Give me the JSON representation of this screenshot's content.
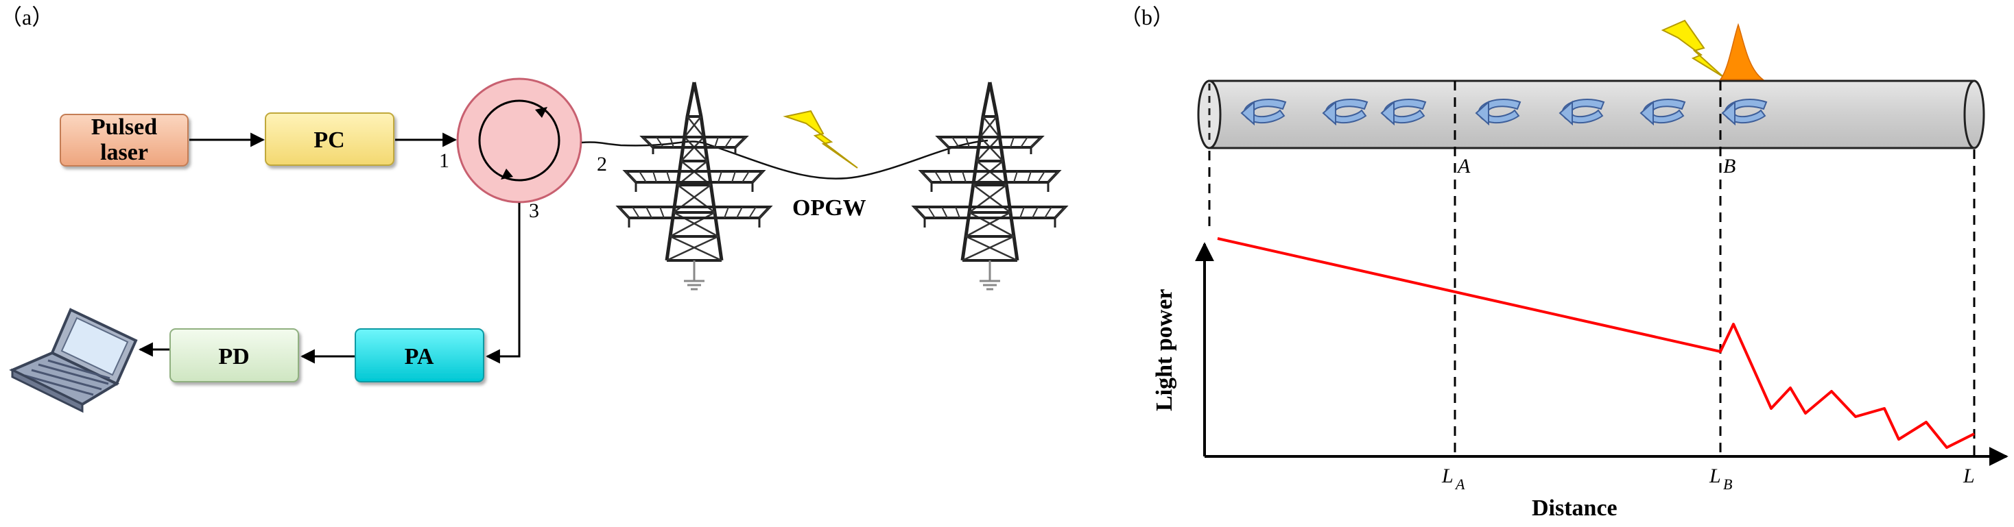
{
  "panel_a": {
    "label": "（a）",
    "boxes": {
      "pulsed_laser_line1": "Pulsed",
      "pulsed_laser_line2": "laser",
      "pc": "PC",
      "pd": "PD",
      "pa": "PA"
    },
    "ports": {
      "p1": "1",
      "p2": "2",
      "p3": "3"
    },
    "cable_label": "OPGW"
  },
  "panel_b": {
    "label": "（b）",
    "points": {
      "a": "A",
      "b": "B"
    },
    "axis": {
      "xlabel": "Distance",
      "ylabel": "Light power",
      "ticks": {
        "la": "L",
        "la_sub": "A",
        "lb": "L",
        "lb_sub": "B",
        "l": "L"
      }
    }
  },
  "colors": {
    "laser_fill": "#f6c0a0",
    "pc_fill": "#fbe99a",
    "pd_fill": "#e2f2d8",
    "pa_fill": "#1ee4ee",
    "circulator_fill": "#f8c6c8",
    "trace": "#ff0000",
    "fiber": "#d4d4d4",
    "arrows": "#8fb4e3",
    "lightning": "#ffee00",
    "pulse": "#ff8c00"
  },
  "chart_data": {
    "type": "line",
    "xlabel": "Distance",
    "ylabel": "Light power",
    "x_ticks": [
      "LA",
      "LB",
      "L"
    ]
  }
}
